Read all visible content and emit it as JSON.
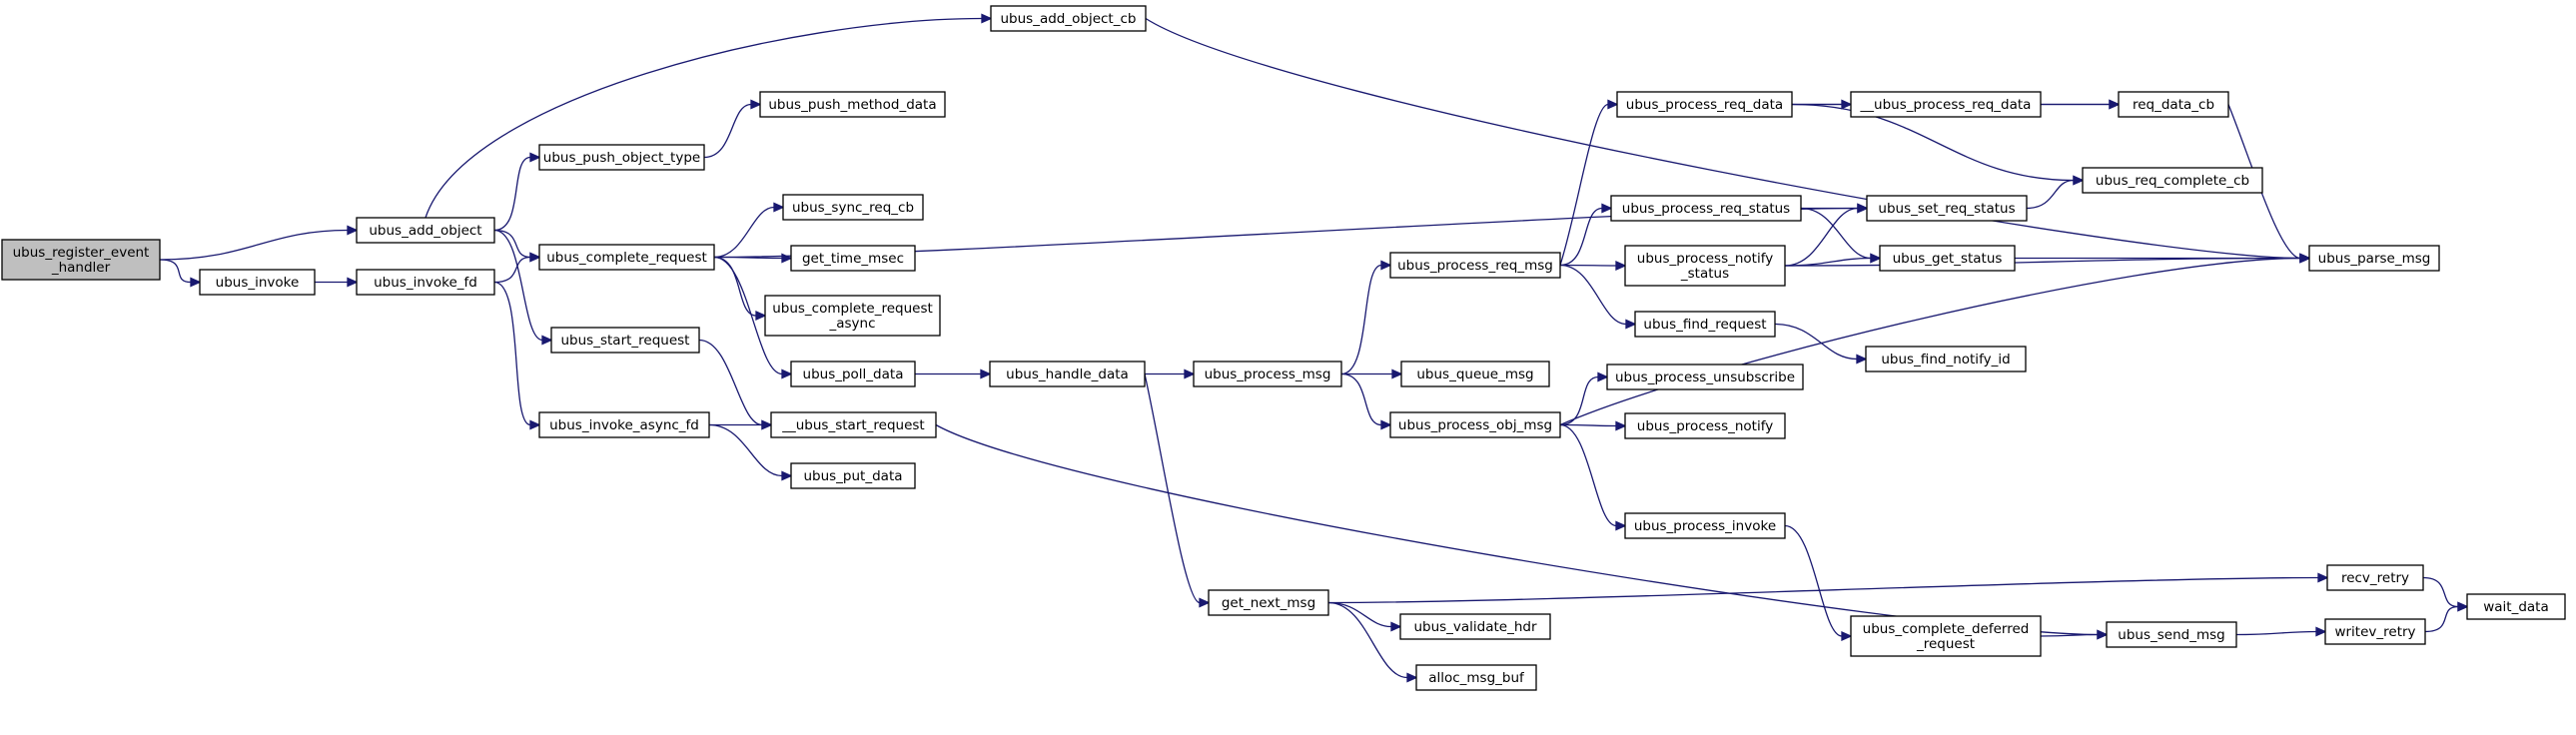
{
  "colors": {
    "edge": "#191970",
    "node_fill": "#ffffff",
    "node_root_fill": "#bfbfbf",
    "node_border": "#000000"
  },
  "nodes": [
    {
      "id": "ubus_register_event_handler",
      "label": [
        "ubus_register_event",
        "_handler"
      ],
      "root": true
    },
    {
      "id": "ubus_add_object",
      "label": [
        "ubus_add_object"
      ]
    },
    {
      "id": "ubus_invoke",
      "label": [
        "ubus_invoke"
      ]
    },
    {
      "id": "ubus_invoke_fd",
      "label": [
        "ubus_invoke_fd"
      ]
    },
    {
      "id": "ubus_add_object_cb",
      "label": [
        "ubus_add_object_cb"
      ]
    },
    {
      "id": "ubus_push_object_type",
      "label": [
        "ubus_push_object_type"
      ]
    },
    {
      "id": "ubus_push_method_data",
      "label": [
        "ubus_push_method_data"
      ]
    },
    {
      "id": "ubus_complete_request",
      "label": [
        "ubus_complete_request"
      ]
    },
    {
      "id": "ubus_start_request",
      "label": [
        "ubus_start_request"
      ]
    },
    {
      "id": "ubus_invoke_async_fd",
      "label": [
        "ubus_invoke_async_fd"
      ]
    },
    {
      "id": "ubus_sync_req_cb",
      "label": [
        "ubus_sync_req_cb"
      ]
    },
    {
      "id": "get_time_msec",
      "label": [
        "get_time_msec"
      ]
    },
    {
      "id": "ubus_complete_request_async",
      "label": [
        "ubus_complete_request",
        "_async"
      ]
    },
    {
      "id": "ubus_poll_data",
      "label": [
        "ubus_poll_data"
      ]
    },
    {
      "id": "__ubus_start_request",
      "label": [
        "__ubus_start_request"
      ]
    },
    {
      "id": "ubus_put_data",
      "label": [
        "ubus_put_data"
      ]
    },
    {
      "id": "ubus_handle_data",
      "label": [
        "ubus_handle_data"
      ]
    },
    {
      "id": "ubus_process_msg",
      "label": [
        "ubus_process_msg"
      ]
    },
    {
      "id": "get_next_msg",
      "label": [
        "get_next_msg"
      ]
    },
    {
      "id": "ubus_process_req_msg",
      "label": [
        "ubus_process_req_msg"
      ]
    },
    {
      "id": "ubus_queue_msg",
      "label": [
        "ubus_queue_msg"
      ]
    },
    {
      "id": "ubus_process_obj_msg",
      "label": [
        "ubus_process_obj_msg"
      ]
    },
    {
      "id": "ubus_validate_hdr",
      "label": [
        "ubus_validate_hdr"
      ]
    },
    {
      "id": "alloc_msg_buf",
      "label": [
        "alloc_msg_buf"
      ]
    },
    {
      "id": "ubus_process_req_data",
      "label": [
        "ubus_process_req_data"
      ]
    },
    {
      "id": "ubus_process_req_status",
      "label": [
        "ubus_process_req_status"
      ]
    },
    {
      "id": "ubus_process_notify_status",
      "label": [
        "ubus_process_notify",
        "_status"
      ]
    },
    {
      "id": "ubus_find_request",
      "label": [
        "ubus_find_request"
      ]
    },
    {
      "id": "ubus_process_unsubscribe",
      "label": [
        "ubus_process_unsubscribe"
      ]
    },
    {
      "id": "ubus_process_notify",
      "label": [
        "ubus_process_notify"
      ]
    },
    {
      "id": "ubus_process_invoke",
      "label": [
        "ubus_process_invoke"
      ]
    },
    {
      "id": "ubus_complete_deferred_request",
      "label": [
        "ubus_complete_deferred",
        "_request"
      ]
    },
    {
      "id": "__ubus_process_req_data",
      "label": [
        "__ubus_process_req_data"
      ]
    },
    {
      "id": "req_data_cb",
      "label": [
        "req_data_cb"
      ]
    },
    {
      "id": "ubus_req_complete_cb",
      "label": [
        "ubus_req_complete_cb"
      ]
    },
    {
      "id": "ubus_set_req_status",
      "label": [
        "ubus_set_req_status"
      ]
    },
    {
      "id": "ubus_get_status",
      "label": [
        "ubus_get_status"
      ]
    },
    {
      "id": "ubus_find_notify_id",
      "label": [
        "ubus_find_notify_id"
      ]
    },
    {
      "id": "ubus_parse_msg",
      "label": [
        "ubus_parse_msg"
      ]
    },
    {
      "id": "recv_retry",
      "label": [
        "recv_retry"
      ]
    },
    {
      "id": "ubus_send_msg",
      "label": [
        "ubus_send_msg"
      ]
    },
    {
      "id": "writev_retry",
      "label": [
        "writev_retry"
      ]
    },
    {
      "id": "wait_data",
      "label": [
        "wait_data"
      ]
    }
  ],
  "edges": [
    {
      "from": "ubus_register_event_handler",
      "to": "ubus_add_object"
    },
    {
      "from": "ubus_register_event_handler",
      "to": "ubus_invoke"
    },
    {
      "from": "ubus_add_object",
      "to": "ubus_add_object_cb"
    },
    {
      "from": "ubus_add_object",
      "to": "ubus_push_object_type"
    },
    {
      "from": "ubus_add_object",
      "to": "ubus_complete_request"
    },
    {
      "from": "ubus_add_object",
      "to": "ubus_start_request"
    },
    {
      "from": "ubus_invoke",
      "to": "ubus_invoke_fd"
    },
    {
      "from": "ubus_invoke_fd",
      "to": "ubus_complete_request"
    },
    {
      "from": "ubus_invoke_fd",
      "to": "ubus_invoke_async_fd"
    },
    {
      "from": "ubus_push_object_type",
      "to": "ubus_push_method_data"
    },
    {
      "from": "ubus_add_object_cb",
      "to": "ubus_parse_msg"
    },
    {
      "from": "ubus_complete_request",
      "to": "ubus_set_req_status"
    },
    {
      "from": "ubus_complete_request",
      "to": "ubus_sync_req_cb"
    },
    {
      "from": "ubus_complete_request",
      "to": "get_time_msec"
    },
    {
      "from": "ubus_complete_request",
      "to": "ubus_complete_request_async"
    },
    {
      "from": "ubus_complete_request",
      "to": "ubus_poll_data"
    },
    {
      "from": "ubus_start_request",
      "to": "__ubus_start_request"
    },
    {
      "from": "ubus_invoke_async_fd",
      "to": "__ubus_start_request"
    },
    {
      "from": "ubus_invoke_async_fd",
      "to": "ubus_put_data"
    },
    {
      "from": "__ubus_start_request",
      "to": "ubus_send_msg"
    },
    {
      "from": "ubus_poll_data",
      "to": "ubus_handle_data"
    },
    {
      "from": "ubus_handle_data",
      "to": "ubus_process_msg"
    },
    {
      "from": "ubus_handle_data",
      "to": "get_next_msg"
    },
    {
      "from": "ubus_process_msg",
      "to": "ubus_process_req_msg"
    },
    {
      "from": "ubus_process_msg",
      "to": "ubus_queue_msg"
    },
    {
      "from": "ubus_process_msg",
      "to": "ubus_process_obj_msg"
    },
    {
      "from": "get_next_msg",
      "to": "recv_retry"
    },
    {
      "from": "get_next_msg",
      "to": "ubus_validate_hdr"
    },
    {
      "from": "get_next_msg",
      "to": "alloc_msg_buf"
    },
    {
      "from": "ubus_process_req_msg",
      "to": "ubus_process_req_data"
    },
    {
      "from": "ubus_process_req_msg",
      "to": "ubus_process_req_status"
    },
    {
      "from": "ubus_process_req_msg",
      "to": "ubus_process_notify_status"
    },
    {
      "from": "ubus_process_req_msg",
      "to": "ubus_find_request"
    },
    {
      "from": "ubus_process_obj_msg",
      "to": "ubus_process_unsubscribe"
    },
    {
      "from": "ubus_process_obj_msg",
      "to": "ubus_process_notify"
    },
    {
      "from": "ubus_process_obj_msg",
      "to": "ubus_process_invoke"
    },
    {
      "from": "ubus_process_obj_msg",
      "to": "ubus_parse_msg"
    },
    {
      "from": "ubus_process_req_data",
      "to": "__ubus_process_req_data"
    },
    {
      "from": "ubus_process_req_data",
      "to": "req_data_cb"
    },
    {
      "from": "ubus_process_req_data",
      "to": "ubus_req_complete_cb"
    },
    {
      "from": "ubus_process_req_status",
      "to": "ubus_set_req_status"
    },
    {
      "from": "ubus_process_req_status",
      "to": "ubus_get_status"
    },
    {
      "from": "ubus_process_notify_status",
      "to": "ubus_set_req_status"
    },
    {
      "from": "ubus_process_notify_status",
      "to": "ubus_get_status"
    },
    {
      "from": "ubus_process_notify_status",
      "to": "ubus_parse_msg"
    },
    {
      "from": "ubus_find_request",
      "to": "ubus_find_notify_id"
    },
    {
      "from": "ubus_process_invoke",
      "to": "ubus_complete_deferred_request"
    },
    {
      "from": "ubus_complete_deferred_request",
      "to": "ubus_send_msg"
    },
    {
      "from": "__ubus_process_req_data",
      "to": "req_data_cb"
    },
    {
      "from": "req_data_cb",
      "to": "ubus_parse_msg"
    },
    {
      "from": "ubus_set_req_status",
      "to": "ubus_req_complete_cb"
    },
    {
      "from": "ubus_get_status",
      "to": "ubus_parse_msg"
    },
    {
      "from": "recv_retry",
      "to": "wait_data"
    },
    {
      "from": "ubus_send_msg",
      "to": "writev_retry"
    },
    {
      "from": "writev_retry",
      "to": "wait_data"
    }
  ]
}
